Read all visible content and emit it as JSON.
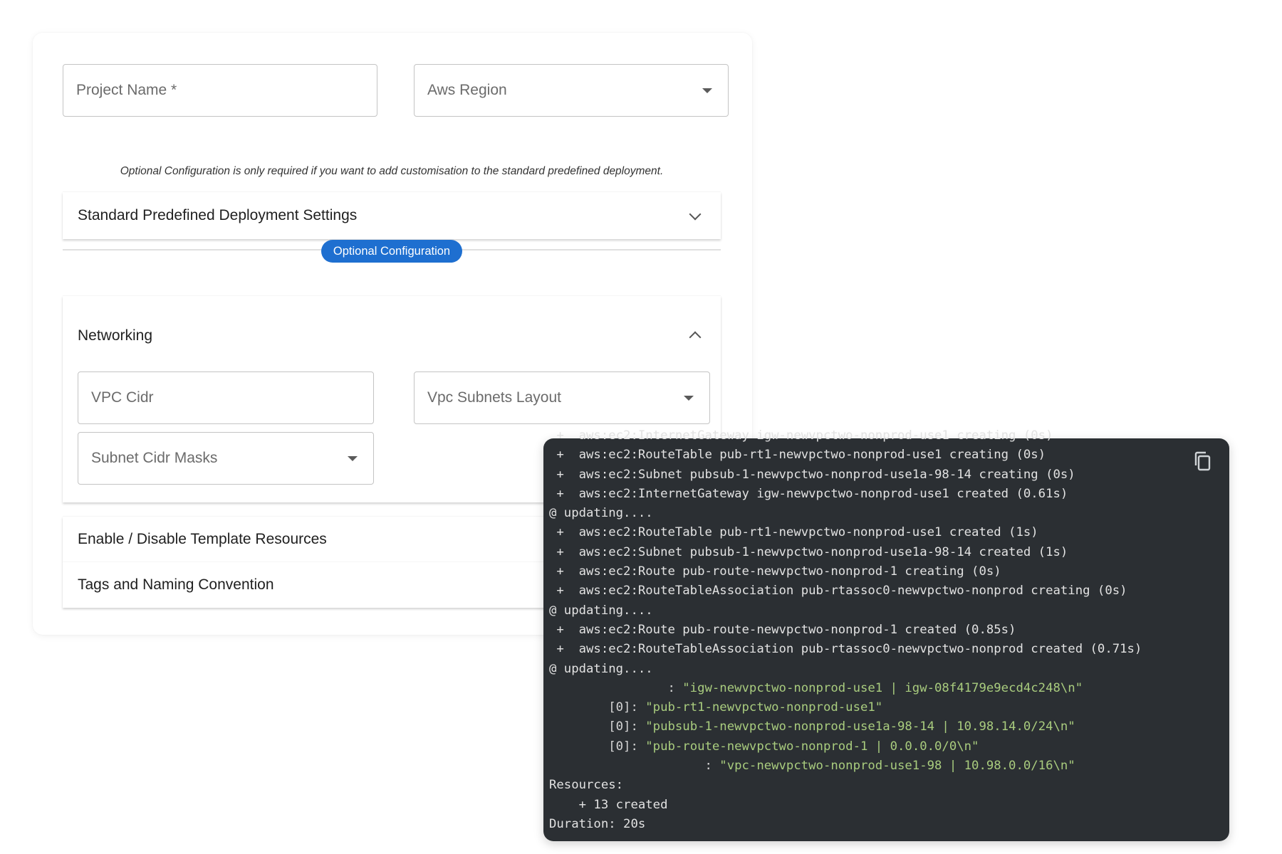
{
  "form": {
    "project_name_placeholder": "Project Name *",
    "aws_region_placeholder": "Aws Region",
    "note": "Optional Configuration is only required if you want to add customisation to the standard predefined deployment.",
    "standard_settings_title": "Standard Predefined Deployment Settings",
    "optional_pill": "Optional Configuration",
    "networking": {
      "title": "Networking",
      "vpc_cidr_placeholder": "VPC Cidr",
      "vpc_subnets_layout_placeholder": "Vpc Subnets Layout",
      "subnet_cidr_masks_placeholder": "Subnet Cidr Masks"
    },
    "enable_disable_title": "Enable / Disable Template Resources",
    "tags_title": "Tags and Naming Convention"
  },
  "terminal": {
    "copy_icon": "copy-icon",
    "lines": [
      {
        "text": " +  aws:ec2:InternetGateway igw-newvpctwo-nonprod-use1 creating (0s)"
      },
      {
        "text": " +  aws:ec2:RouteTable pub-rt1-newvpctwo-nonprod-use1 creating (0s)"
      },
      {
        "text": " +  aws:ec2:Subnet pubsub-1-newvpctwo-nonprod-use1a-98-14 creating (0s)"
      },
      {
        "text": " +  aws:ec2:InternetGateway igw-newvpctwo-nonprod-use1 created (0.61s)"
      },
      {
        "text": "@ updating...."
      },
      {
        "text": " +  aws:ec2:RouteTable pub-rt1-newvpctwo-nonprod-use1 created (1s)"
      },
      {
        "text": " +  aws:ec2:Subnet pubsub-1-newvpctwo-nonprod-use1a-98-14 created (1s)"
      },
      {
        "text": " +  aws:ec2:Route pub-route-newvpctwo-nonprod-1 creating (0s)"
      },
      {
        "text": " +  aws:ec2:RouteTableAssociation pub-rtassoc0-newvpctwo-nonprod creating (0s)"
      },
      {
        "text": "@ updating...."
      },
      {
        "text": " +  aws:ec2:Route pub-route-newvpctwo-nonprod-1 created (0.85s)"
      },
      {
        "text": " +  aws:ec2:RouteTableAssociation pub-rtassoc0-newvpctwo-nonprod created (0.71s)"
      },
      {
        "text": "@ updating...."
      },
      {
        "key": "                : ",
        "value": "\"igw-newvpctwo-nonprod-use1 | igw-08f4179e9ecd4c248\\n\""
      },
      {
        "key": "        [0]: ",
        "value": "\"pub-rt1-newvpctwo-nonprod-use1\""
      },
      {
        "key": "        [0]: ",
        "value": "\"pubsub-1-newvpctwo-nonprod-use1a-98-14 | 10.98.14.0/24\\n\""
      },
      {
        "key": "        [0]: ",
        "value": "\"pub-route-newvpctwo-nonprod-1 | 0.0.0.0/0\\n\""
      },
      {
        "key": "                     : ",
        "value": "\"vpc-newvpctwo-nonprod-use1-98 | 10.98.0.0/16\\n\""
      },
      {
        "text": "Resources:"
      },
      {
        "text": "    + 13 created"
      },
      {
        "text": "Duration: 20s"
      }
    ]
  }
}
